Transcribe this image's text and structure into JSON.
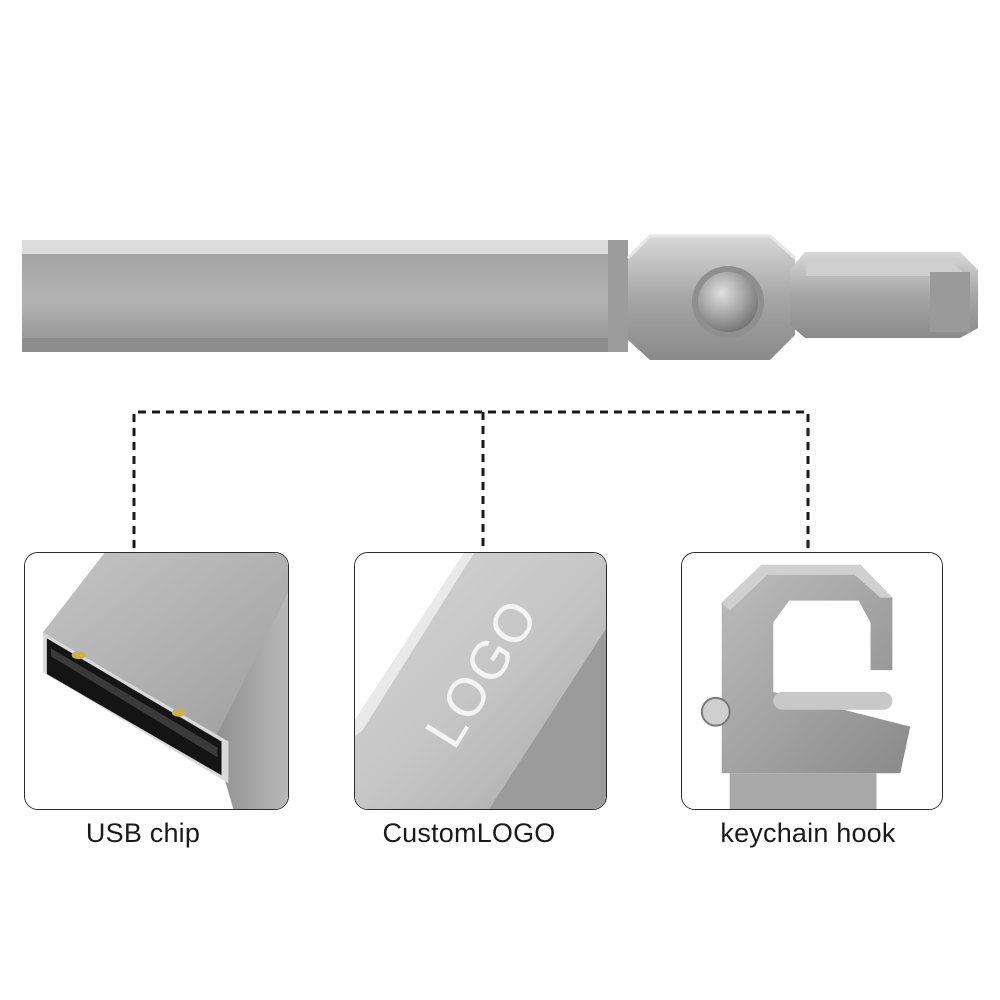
{
  "product": {
    "name": "usb-flash-drive-with-keychain-hook",
    "colors": {
      "metal_light": "#d4d4d4",
      "metal_mid": "#a9a9a9",
      "metal_dark": "#7c7c7c",
      "connector_black": "#1b1b1b",
      "contact_gold": "#c9b24a",
      "line": "#2b2b2b"
    }
  },
  "panels": [
    {
      "id": "usb-chip",
      "caption": "USB chip"
    },
    {
      "id": "custom-logo",
      "caption": "CustomLOGO",
      "engraving": "LOGO"
    },
    {
      "id": "keychain-hook",
      "caption": "keychain hook"
    }
  ]
}
